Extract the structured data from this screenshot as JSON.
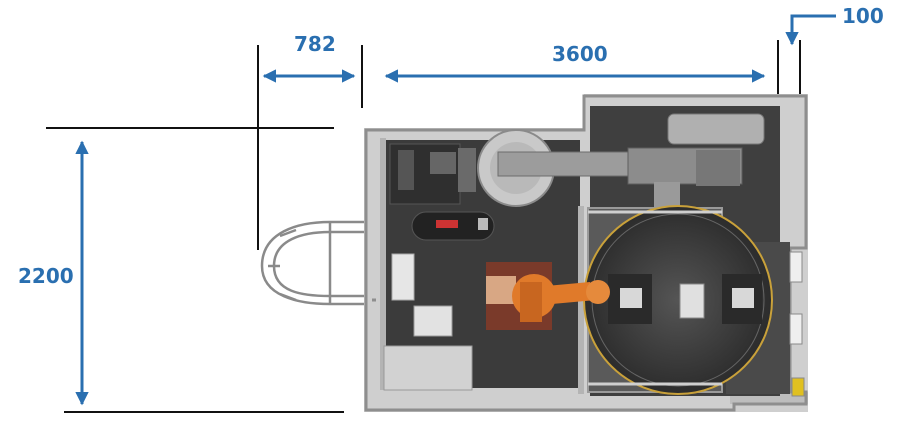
{
  "colors": {
    "dimension": "#2a6fb0",
    "frame": "#9a9a9a",
    "floor": "#3b3b3b",
    "robot": "#e07a2a",
    "line": "#111111"
  },
  "dimensions": {
    "width_left": "782",
    "width_main": "3600",
    "gap_right": "100",
    "height": "2200"
  }
}
